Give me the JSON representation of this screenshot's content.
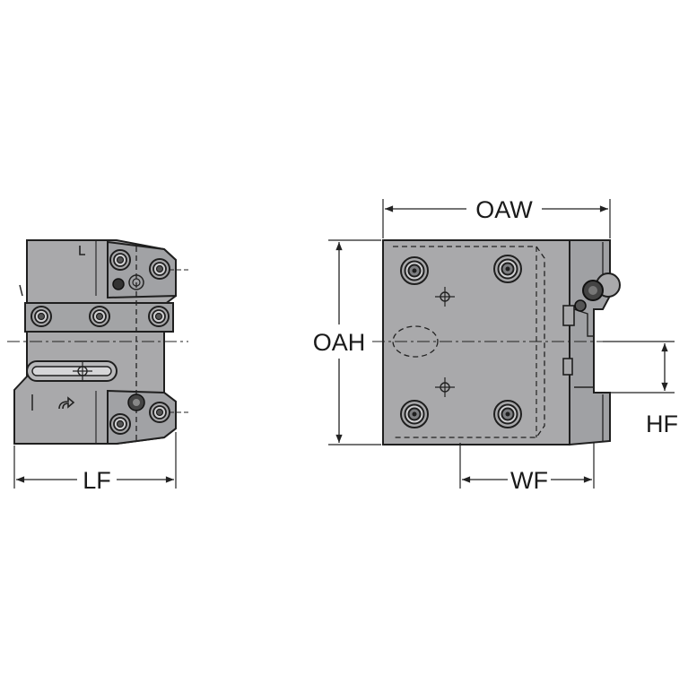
{
  "dimensions": {
    "lf": "LF",
    "oaw": "OAW",
    "oah": "OAH",
    "hf": "HF",
    "wf": "WF"
  },
  "colors": {
    "body": "#a9a9ab",
    "body_dark": "#8e8f92",
    "outline": "#1f1f1f",
    "line": "#222222",
    "background": "#ffffff"
  }
}
